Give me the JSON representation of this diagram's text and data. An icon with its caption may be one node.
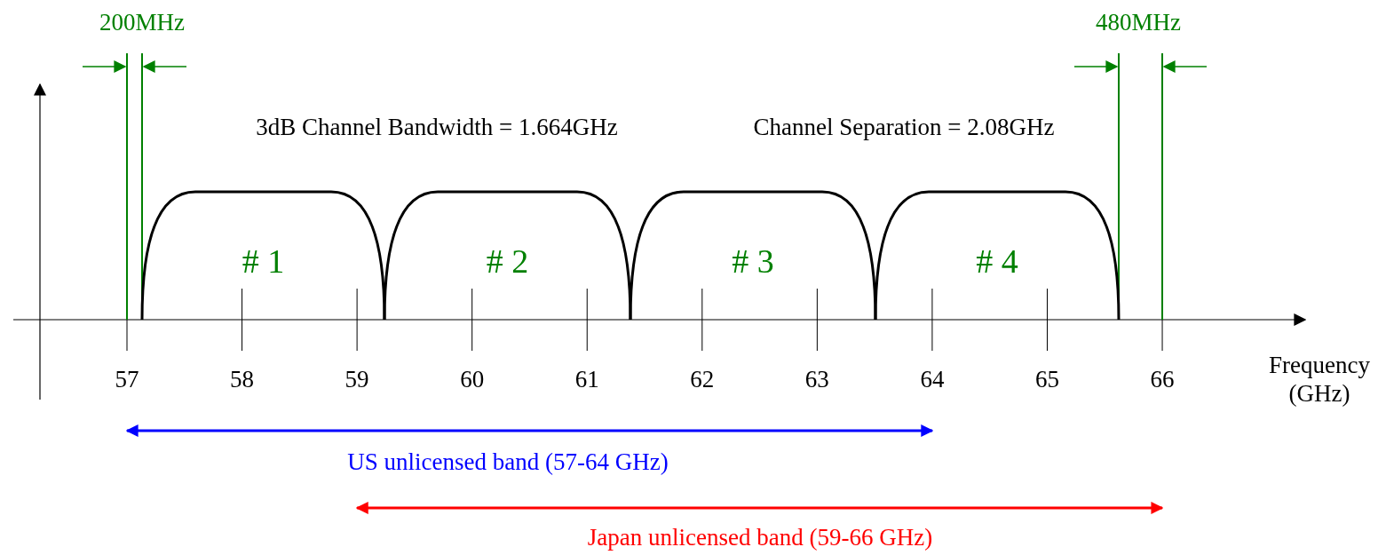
{
  "diagram": {
    "nodes": [
      {
        "text": [
          "# 1"
        ]
      },
      {
        "text": [
          "# 2"
        ]
      },
      {
        "text": [
          "# 3"
        ]
      },
      {
        "text": [
          "# 4"
        ]
      }
    ],
    "labels": [
      "200MHz",
      "480MHz",
      "3dB Channel Bandwidth = 1.664GHz",
      "Channel Separation = 2.08GHz",
      "57",
      "58",
      "59",
      "60",
      "61",
      "62",
      "63",
      "64",
      "65",
      "66",
      "Frequency (GHz)",
      "US unlicensed band (57-64 GHz)",
      "Japan unlicensed band (59-66 GHz)"
    ]
  }
}
